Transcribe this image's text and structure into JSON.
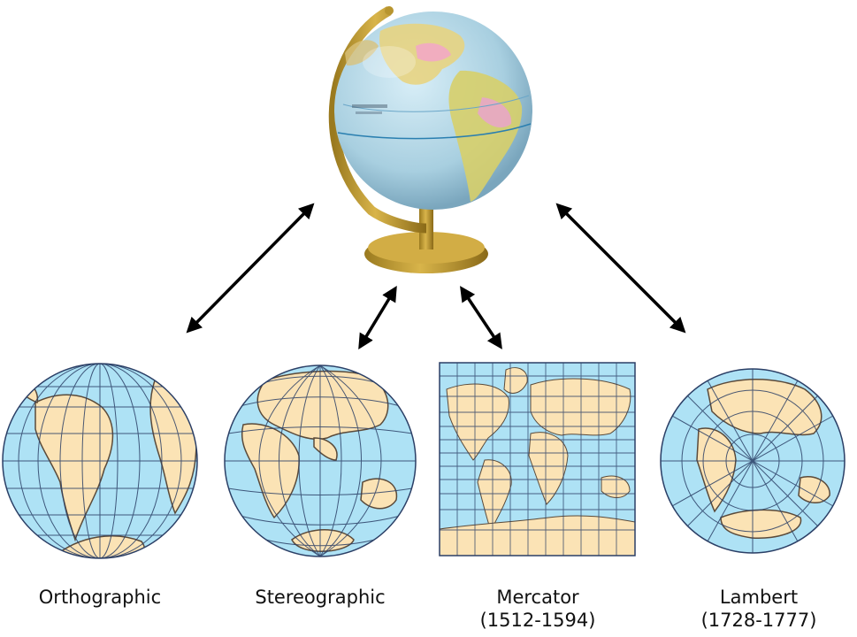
{
  "center": {
    "icon": "desk-globe-icon"
  },
  "projections": [
    {
      "name": "Orthographic",
      "years": "",
      "icon": "orthographic-globe-icon"
    },
    {
      "name": "Stereographic",
      "years": "",
      "icon": "stereographic-globe-icon"
    },
    {
      "name": "Mercator",
      "years": "(1512-1594)",
      "icon": "mercator-map-icon"
    },
    {
      "name": "Lambert",
      "years": "(1728-1777)",
      "icon": "lambert-globe-icon"
    }
  ],
  "colors": {
    "ocean": "#aee2f5",
    "land": "#fbe3b5",
    "grid": "#2b3f66",
    "coast": "#5a4a3a",
    "gold": "#c9a43c",
    "arrow": "#000000"
  }
}
